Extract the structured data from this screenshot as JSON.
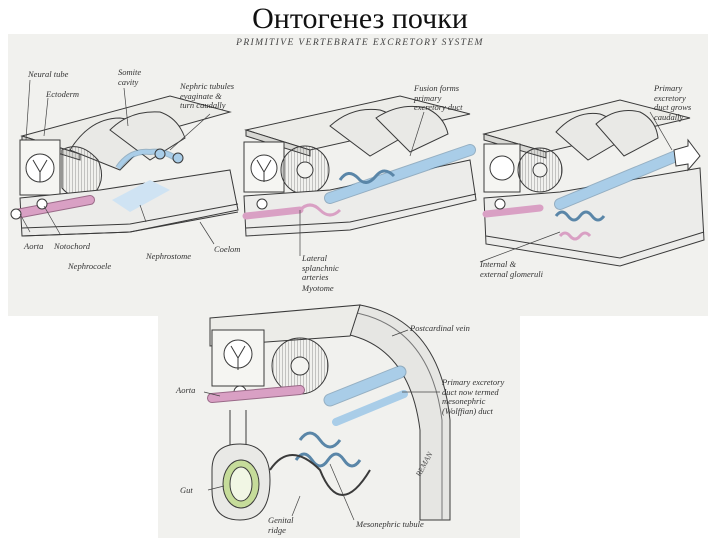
{
  "slide": {
    "title": "Онтогенез почки"
  },
  "figure": {
    "header": "PRIMITIVE VERTEBRATE EXCRETORY SYSTEM",
    "colors": {
      "artery": "#d9a0c4",
      "duct": "#a9cde8",
      "tissue": "#f3f3f0",
      "line": "#3a3a3a"
    },
    "labels": {
      "neural_tube": "Neural tube",
      "ectoderm": "Ectoderm",
      "somite_cavity": "Somite\ncavity",
      "nephric_tubules": "Nephric tubules\nevaginate &\nturn caudally",
      "aorta_top": "Aorta",
      "notochord": "Notochord",
      "nephrocoele": "Nephrocoele",
      "nephrostome": "Nephrostome",
      "coelom": "Coelom",
      "fusion_forms": "Fusion forms\nprimary\nexcretory duct",
      "lateral_splanchnic": "Lateral\nsplanchnic\narteries",
      "myotome": "Myotome",
      "primary_duct_grows": "Primary\nexcretory\nduct grows\ncaudally",
      "glomeruli": "Internal &\nexternal glomeruli",
      "postcardinal_vein": "Postcardinal vein",
      "mesonephric_duct": "Primary excretory\nduct now termed\nmesonephric\n(Wolffian) duct",
      "aorta_bottom": "Aorta",
      "gut": "Gut",
      "genital_ridge": "Genital\nridge",
      "mesonephric_tubule": "Mesonephric tubule",
      "signature": "REMAN"
    }
  }
}
